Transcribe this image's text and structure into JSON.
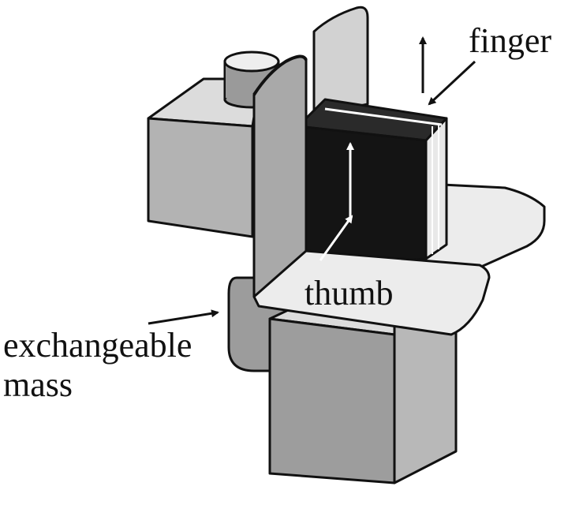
{
  "labels": {
    "finger": "finger",
    "thumb": "thumb",
    "mass_line1": "exchangeable",
    "mass_line2": "mass"
  },
  "colors": {
    "outline": "#111111",
    "mid_gray": "#a9a9a9",
    "light_gray": "#c4c4c4",
    "pale_gray": "#d8d8d8",
    "plate": "#ececec",
    "object_dark": "#141414",
    "object_mid": "#2a2a2a"
  }
}
